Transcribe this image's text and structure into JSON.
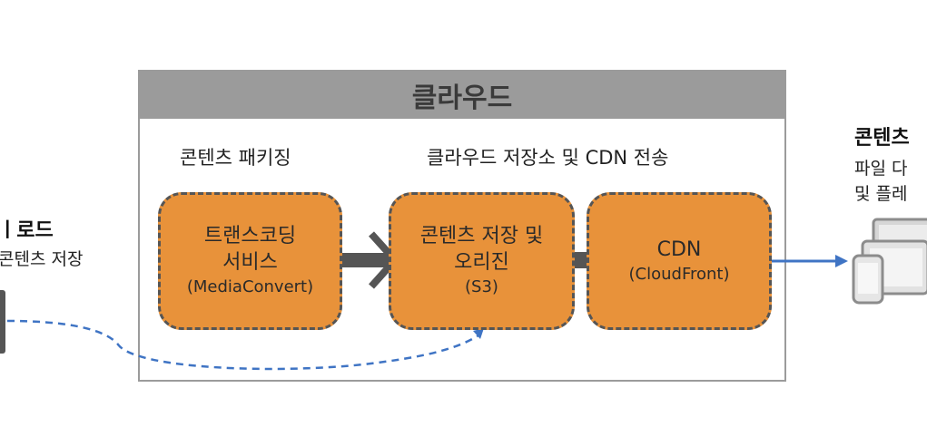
{
  "left_partial": {
    "title": "ㅣ로드",
    "subtitle": "콘텐츠 저장"
  },
  "cloud": {
    "header": "클라우드",
    "section_packaging": "콘텐츠 패키징",
    "section_storage": "클라우드 저장소 및 CDN 전송"
  },
  "services": {
    "transcoding": {
      "line1": "트랜스코딩",
      "line2": "서비스",
      "sub": "(MediaConvert)"
    },
    "storage": {
      "line1": "콘텐츠 저장 및",
      "line2": "오리진",
      "sub": "(S3)"
    },
    "cdn": {
      "line1": "CDN",
      "sub": "(CloudFront)"
    }
  },
  "right_partial": {
    "title": "콘텐츠",
    "line1": "파일 다",
    "line2": "및 플레"
  },
  "colors": {
    "service_fill": "#e8923a",
    "header_gray": "#9b9b9b",
    "arrow_dark": "#555555",
    "arrow_blue": "#3f74c4"
  },
  "icons": [
    "device-icon"
  ]
}
